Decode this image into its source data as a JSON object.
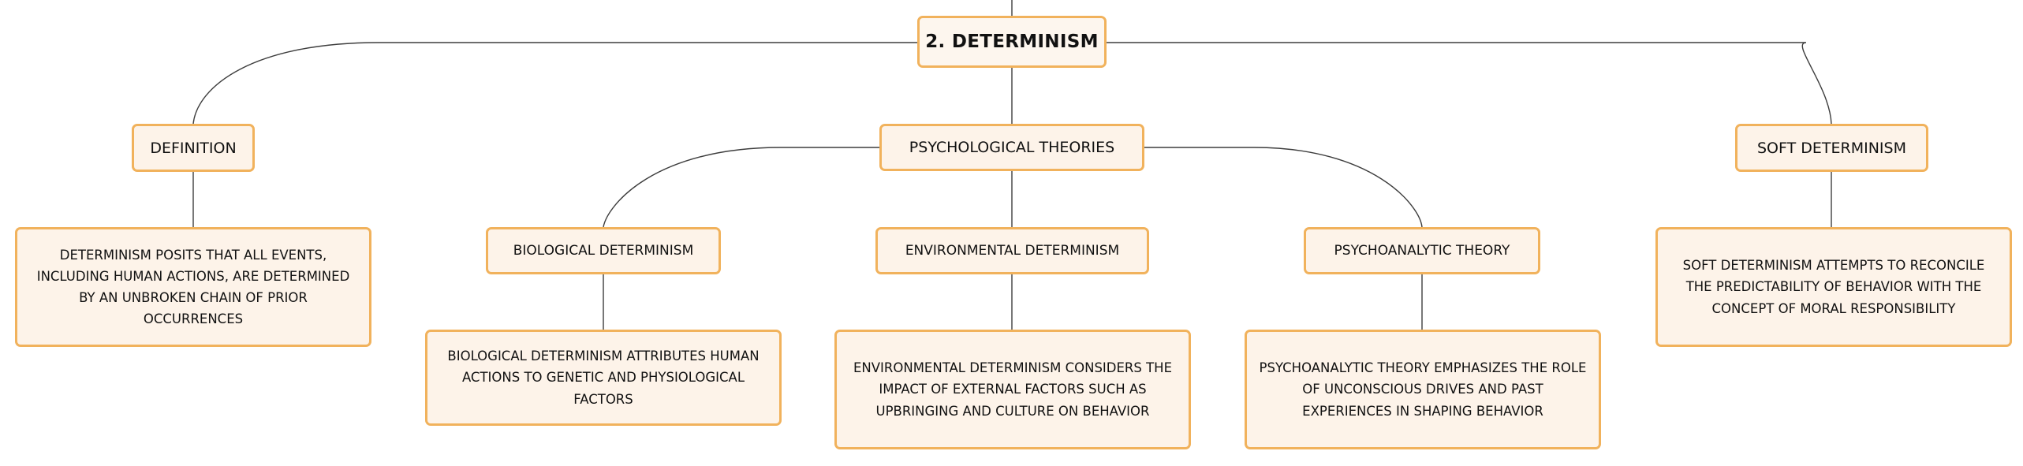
{
  "diagram": {
    "root": {
      "label": "2. DETERMINISM"
    },
    "definition": {
      "label": "DEFINITION",
      "text": "DETERMINISM POSITS THAT ALL EVENTS, INCLUDING HUMAN ACTIONS, ARE DETERMINED BY AN UNBROKEN CHAIN OF PRIOR OCCURRENCES"
    },
    "psychological_theories": {
      "label": "PSYCHOLOGICAL THEORIES",
      "biological": {
        "label": "BIOLOGICAL DETERMINISM",
        "text": "BIOLOGICAL DETERMINISM ATTRIBUTES HUMAN ACTIONS TO GENETIC AND PHYSIOLOGICAL FACTORS"
      },
      "environmental": {
        "label": "ENVIRONMENTAL DETERMINISM",
        "text": "ENVIRONMENTAL DETERMINISM CONSIDERS THE IMPACT OF EXTERNAL FACTORS SUCH AS UPBRINGING AND CULTURE ON BEHAVIOR"
      },
      "psychoanalytic": {
        "label": "PSYCHOANALYTIC THEORY",
        "text": "PSYCHOANALYTIC THEORY EMPHASIZES THE ROLE OF UNCONSCIOUS DRIVES AND PAST EXPERIENCES IN SHAPING BEHAVIOR"
      }
    },
    "soft_determinism": {
      "label": "SOFT DETERMINISM",
      "text": "SOFT DETERMINISM ATTEMPTS TO RECONCILE THE PREDICTABILITY OF BEHAVIOR WITH THE CONCEPT OF MORAL RESPONSIBILITY"
    }
  }
}
